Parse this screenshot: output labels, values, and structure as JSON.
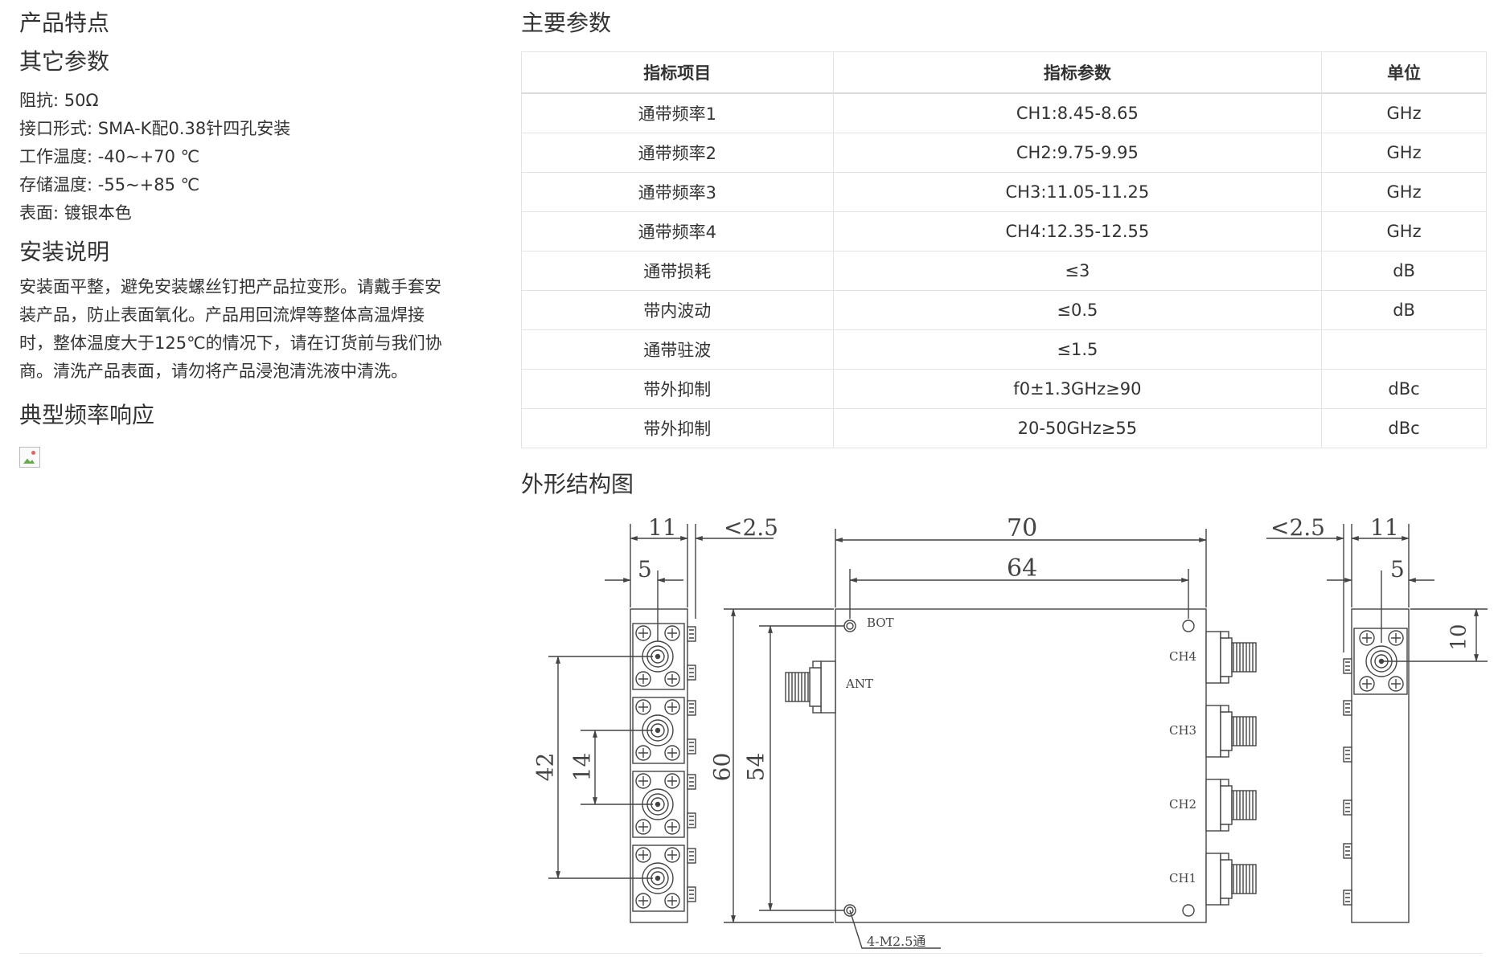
{
  "left": {
    "features_title": "产品特点",
    "other_title": "其它参数",
    "specs": [
      "阻抗: 50Ω",
      "接口形式: SMA-K配0.38针四孔安装",
      "工作温度: -40~+70 ℃",
      "存储温度: -55~+85 ℃",
      "表面: 镀银本色"
    ],
    "install_title": "安装说明",
    "install_lines": [
      "安装面平整，避免安装螺丝钉把产品拉变形。请戴手套安",
      "装产品，防止表面氧化。产品用回流焊等整体高温焊接",
      "时，整体温度大于125℃的情况下，请在订货前与我们协",
      "商。清洗产品表面，请勿将产品浸泡清洗液中清洗。"
    ],
    "response_title": "典型频率响应"
  },
  "main_params": {
    "title": "主要参数",
    "headers": [
      "指标项目",
      "指标参数",
      "单位"
    ],
    "rows": [
      [
        "通带频率1",
        "CH1:8.45-8.65",
        "GHz"
      ],
      [
        "通带频率2",
        "CH2:9.75-9.95",
        "GHz"
      ],
      [
        "通带频率3",
        "CH3:11.05-11.25",
        "GHz"
      ],
      [
        "通带频率4",
        "CH4:12.35-12.55",
        "GHz"
      ],
      [
        "通带损耗",
        "≤3",
        "dB"
      ],
      [
        "带内波动",
        "≤0.5",
        "dB"
      ],
      [
        "通带驻波",
        "≤1.5",
        ""
      ],
      [
        "带外抑制",
        "f0±1.3GHz≥90",
        "dBc"
      ],
      [
        "带外抑制",
        "20-50GHz≥55",
        "dBc"
      ]
    ]
  },
  "drawing": {
    "title": "外形结构图",
    "dims": {
      "d11_left": "11",
      "d2_5_left": "<2.5",
      "d5_left": "5",
      "d70": "70",
      "d64": "64",
      "d2_5_right": "<2.5",
      "d11_right": "11",
      "d5_right": "5",
      "d10": "10",
      "d42": "42",
      "d14": "14",
      "d60": "60",
      "d54": "54"
    },
    "labels": {
      "bot": "BOT",
      "ant": "ANT",
      "ch4": "CH4",
      "ch3": "CH3",
      "ch2": "CH2",
      "ch1": "CH1",
      "mount": "4-M2.5通"
    }
  }
}
